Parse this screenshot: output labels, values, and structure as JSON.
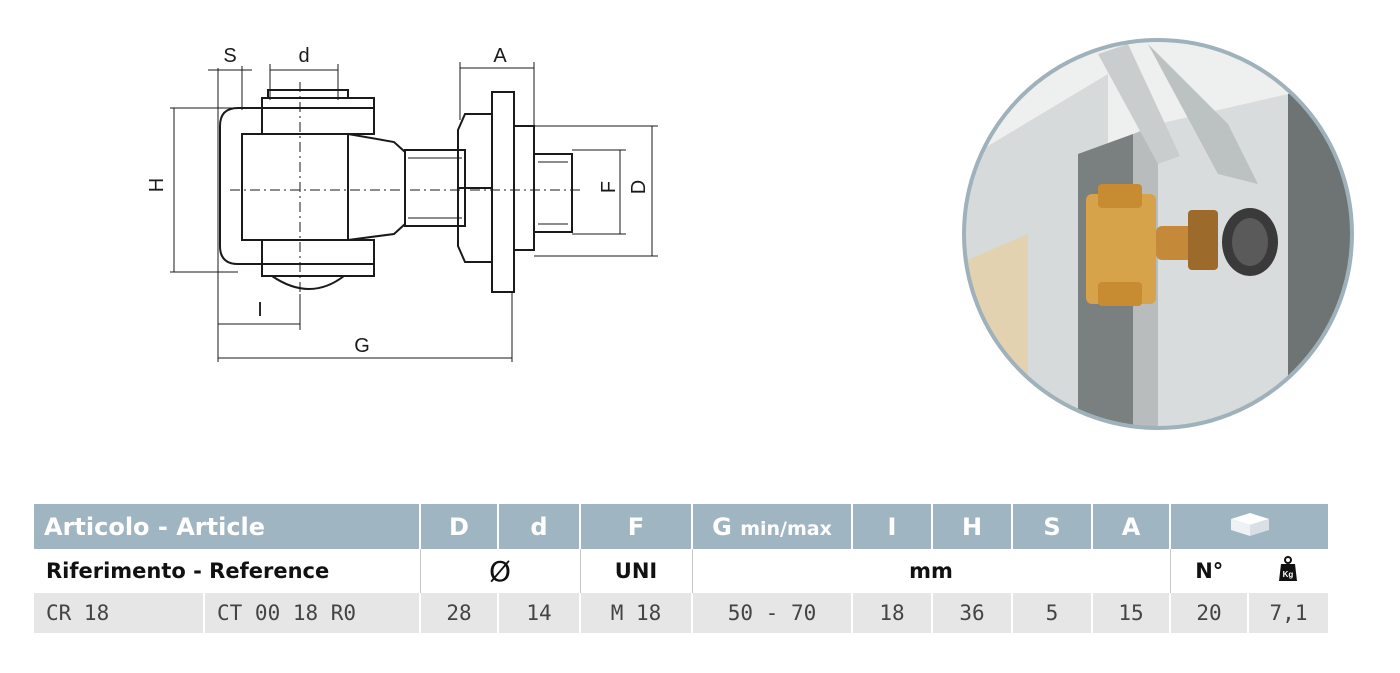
{
  "drawing": {
    "dimension_labels": {
      "S": "S",
      "d": "d",
      "A": "A",
      "H": "H",
      "F": "F",
      "D": "D",
      "I": "I",
      "G": "G"
    }
  },
  "illustration": {
    "icon": "gate-hinge-illustration-icon"
  },
  "table": {
    "header": {
      "article": "Articolo - Article",
      "D": "D",
      "d": "d",
      "F": "F",
      "G_main": "G",
      "G_sub": "min/max",
      "I": "I",
      "H": "H",
      "S": "S",
      "A": "A",
      "package_icon": "box-icon"
    },
    "subheader": {
      "reference": "Riferimento - Reference",
      "diameter_symbol": "Ø",
      "uni": "UNI",
      "mm": "mm",
      "number": "N°",
      "weight_icon": "weight-kg-icon",
      "weight_label": "Kg"
    },
    "rows": [
      {
        "ref1": "CR 18",
        "ref2": "CT 00 18 R0",
        "D": "28",
        "d": "14",
        "F": "M 18",
        "G": "50 - 70",
        "I": "18",
        "H": "36",
        "S": "5",
        "A": "15",
        "N": "20",
        "kg": "7,1"
      }
    ]
  }
}
